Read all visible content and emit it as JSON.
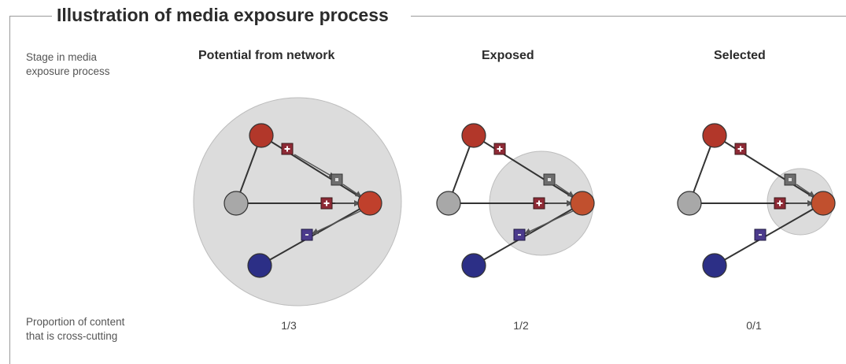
{
  "title": "Illustration of media exposure process",
  "row_labels": {
    "stage_line1": "Stage in media",
    "stage_line2": "exposure process",
    "proportion_line1": "Proportion of content",
    "proportion_line2": "that is cross-cutting"
  },
  "stages": [
    {
      "name": "Potential from network",
      "proportion": "1/3"
    },
    {
      "name": "Exposed",
      "proportion": "1/2"
    },
    {
      "name": "Selected",
      "proportion": "0/1"
    }
  ],
  "colors": {
    "red_node": "#b2372a",
    "orange_node": "#c1502e",
    "gray_node": "#a8a8a8",
    "blue_node": "#2c2f86",
    "red_item": "#8e2a35",
    "gray_item": "#6e6e6e",
    "blue_item": "#4b3a8c",
    "highlight": "#dcdcdc"
  }
}
